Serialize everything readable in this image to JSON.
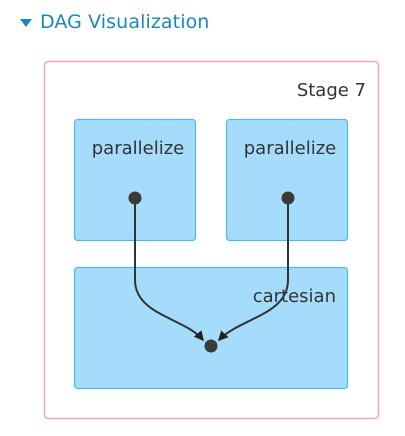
{
  "header": {
    "title": "DAG Visualization",
    "toggle_icon": "caret-down-icon"
  },
  "stage": {
    "label": "Stage 7",
    "border_color": "#f4a6b0",
    "background": "#ffffff"
  },
  "nodes": {
    "parallelize_1": {
      "label": "parallelize"
    },
    "parallelize_2": {
      "label": "parallelize"
    },
    "cartesian": {
      "label": "cartesian"
    }
  },
  "colors": {
    "header": "#1a87c0",
    "node_fill": "#a6dcfb",
    "node_border": "#4fb7ea",
    "edge": "#333333",
    "dot": "#3a3a3a"
  }
}
